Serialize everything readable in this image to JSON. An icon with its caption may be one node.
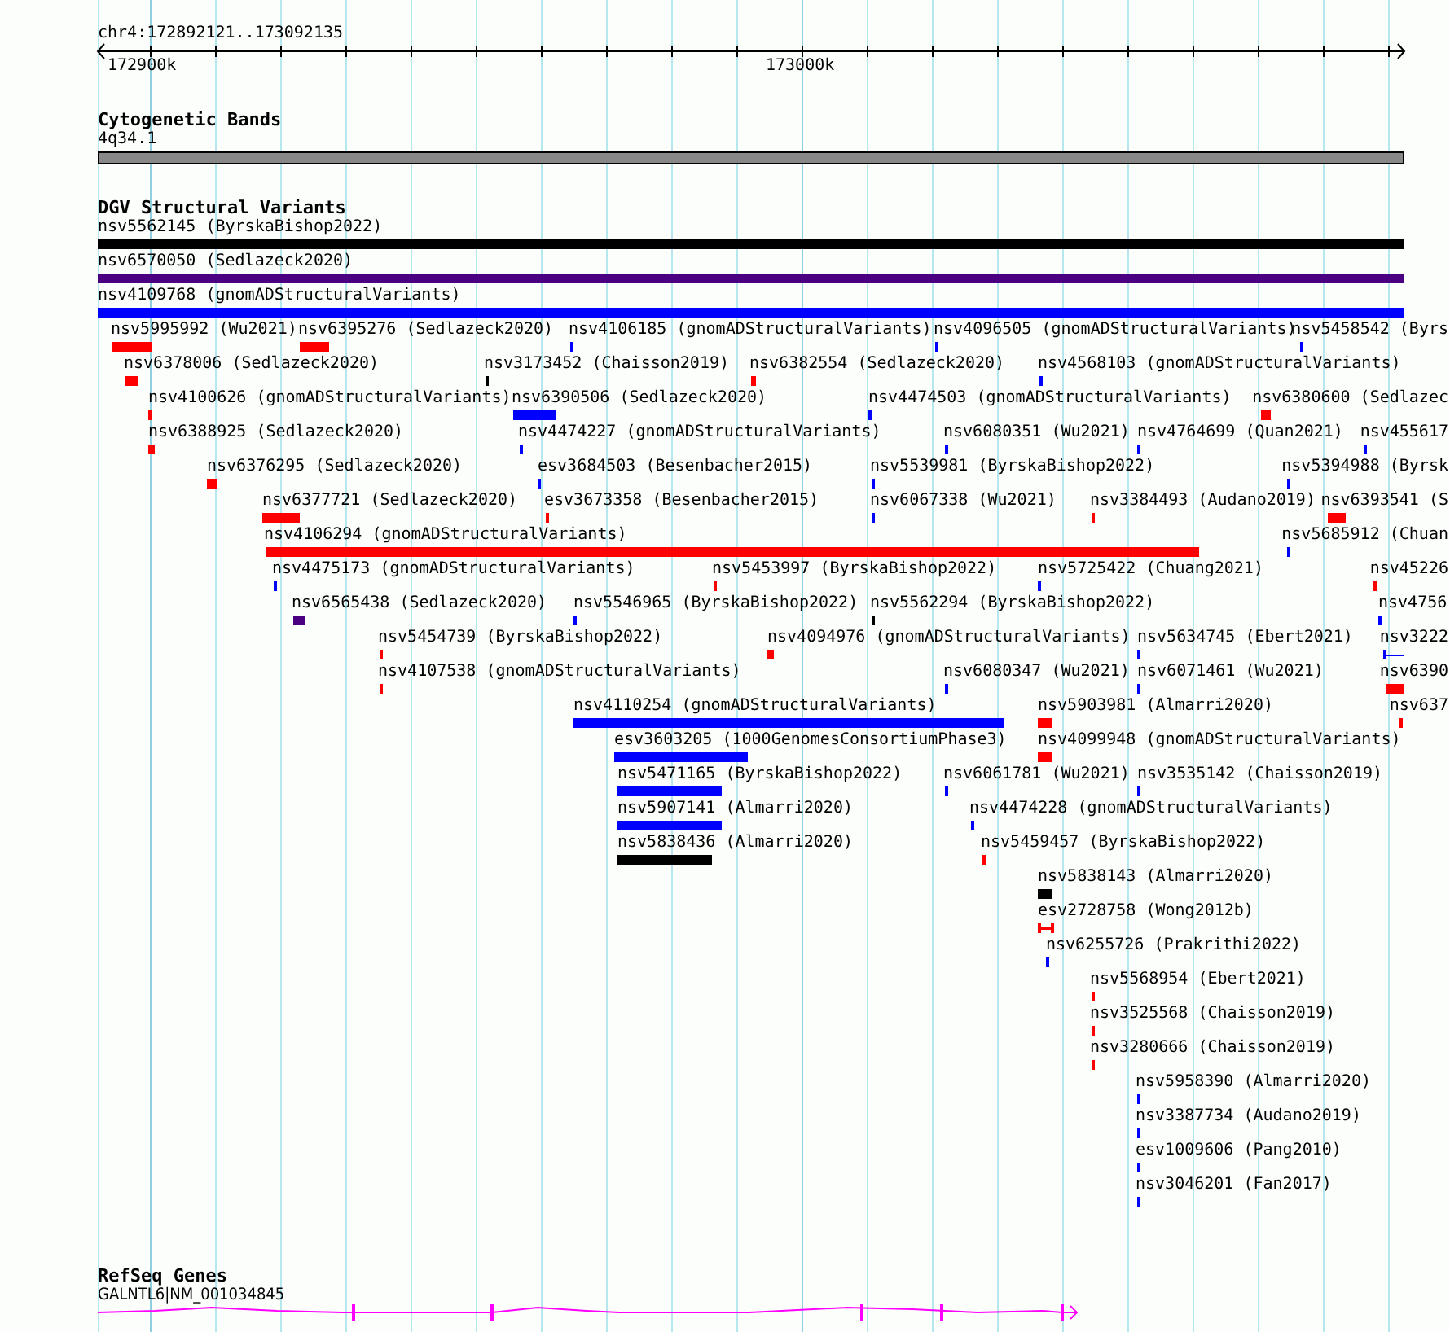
{
  "diagram": {
    "labels": [
      "chr4:172892121..173092135",
      "172900k",
      "173000k",
      "Cytogenetic Bands",
      "4q34.1",
      "DGV Structural Variants",
      "nsv5562145 (ByrskaBishop2022)",
      "nsv6570050 (Sedlazeck2020)",
      "nsv4109768 (gnomADStructuralVariants)",
      "nsv5995992 (Wu2021)",
      "nsv6395276 (Sedlazeck2020)",
      "nsv4106185 (gnomADStructuralVariants)",
      "nsv4096505 (gnomADStructuralVariants)",
      "nsv5458542 (Byrs",
      "nsv6378006 (Sedlazeck2020)",
      "nsv3173452 (Chaisson2019)",
      "nsv6382554 (Sedlazeck2020)",
      "nsv4568103 (gnomADStructuralVariants)",
      "nsv4100626 (gnomADStructuralVariants)",
      "nsv6390506 (Sedlazeck2020)",
      "nsv4474503 (gnomADStructuralVariants)",
      "nsv6380600 (Sedlazec",
      "nsv6388925 (Sedlazeck2020)",
      "nsv4474227 (gnomADStructuralVariants)",
      "nsv6080351 (Wu2021)",
      "nsv4764699 (Quan2021)",
      "nsv455617",
      "nsv6376295 (Sedlazeck2020)",
      "esv3684503 (Besenbacher2015)",
      "nsv5539981 (ByrskaBishop2022)",
      "nsv5394988 (Byrsk",
      "nsv6377721 (Sedlazeck2020)",
      "esv3673358 (Besenbacher2015)",
      "nsv6067338 (Wu2021)",
      "nsv3384493 (Audano2019)",
      "nsv6393541 (S",
      "nsv4106294 (gnomADStructuralVariants)",
      "nsv5685912 (Chuan",
      "nsv4475173 (gnomADStructuralVariants)",
      "nsv5453997 (ByrskaBishop2022)",
      "nsv5725422 (Chuang2021)",
      "nsv45226",
      "nsv6565438 (Sedlazeck2020)",
      "nsv5546965 (ByrskaBishop2022)",
      "nsv5562294 (ByrskaBishop2022)",
      "nsv4756",
      "nsv5454739 (ByrskaBishop2022)",
      "nsv4094976 (gnomADStructuralVariants)",
      "nsv5634745 (Ebert2021)",
      "nsv3222",
      "nsv4107538 (gnomADStructuralVariants)",
      "nsv6080347 (Wu2021)",
      "nsv6071461 (Wu2021)",
      "nsv6390",
      "nsv4110254 (gnomADStructuralVariants)",
      "nsv5903981 (Almarri2020)",
      "nsv637",
      "esv3603205 (1000GenomesConsortiumPhase3)",
      "nsv4099948 (gnomADStructuralVariants)",
      "nsv5471165 (ByrskaBishop2022)",
      "nsv6061781 (Wu2021)",
      "nsv3535142 (Chaisson2019)",
      "nsv5907141 (Almarri2020)",
      "nsv4474228 (gnomADStructuralVariants)",
      "nsv5838436 (Almarri2020)",
      "nsv5459457 (ByrskaBishop2022)",
      "nsv5838143 (Almarri2020)",
      "esv2728758 (Wong2012b)",
      "nsv6255726 (Prakrithi2022)",
      "nsv5568954 (Ebert2021)",
      "nsv3525568 (Chaisson2019)",
      "nsv3280666 (Chaisson2019)",
      "nsv5958390 (Almarri2020)",
      "nsv3387734 (Audano2019)",
      "esv1009606 (Pang2010)",
      "nsv3046201 (Fan2017)",
      "RefSeq Genes",
      "GALNTL6|NM_001034845"
    ]
  }
}
